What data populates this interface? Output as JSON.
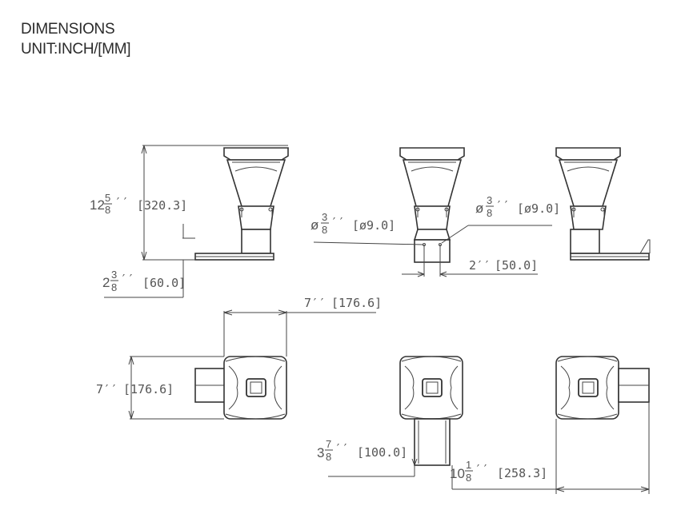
{
  "header": {
    "line1": "DIMENSIONS",
    "line2": "UNIT:INCH/[MM]"
  },
  "dims": {
    "height": {
      "whole": "12",
      "num": "5",
      "den": "8",
      "mark": "′′",
      "mm": "[320.3]"
    },
    "arm_height": {
      "whole": "2",
      "num": "3",
      "den": "8",
      "mark": "′′",
      "mm": "[60.0]"
    },
    "hole_left": {
      "whole": "ø",
      "num": "3",
      "den": "8",
      "mark": "′′",
      "mm": "[ø9.0]"
    },
    "hole_right": {
      "whole": "ø",
      "num": "3",
      "den": "8",
      "mark": "′′",
      "mm": "[ø9.0]"
    },
    "hole_spacing": {
      "text": "2′′",
      "mm": "[50.0]"
    },
    "top_width": {
      "text": "7′′",
      "mm": "[176.6]"
    },
    "top_depth": {
      "text": "7′′",
      "mm": "[176.6]"
    },
    "arm_length": {
      "whole": "3",
      "num": "7",
      "den": "8",
      "mark": "′′",
      "mm": "[100.0]"
    },
    "total_length": {
      "whole": "10",
      "num": "1",
      "den": "8",
      "mark": "′′",
      "mm": "[258.3]"
    }
  }
}
